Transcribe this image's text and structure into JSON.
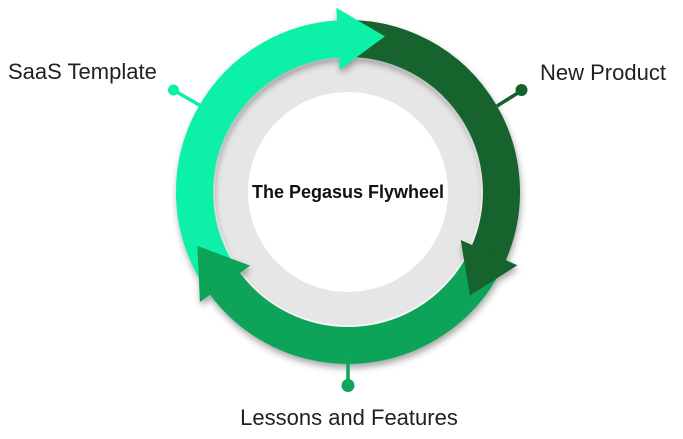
{
  "diagram": {
    "type": "cycle-flywheel",
    "title": "The Pegasus Flywheel",
    "nodes": [
      {
        "id": "saas-template",
        "label": "SaaS Template",
        "position": "upper-left",
        "color": "#0AF0A8"
      },
      {
        "id": "new-product",
        "label": "New Product",
        "position": "upper-right",
        "color": "#14632F"
      },
      {
        "id": "lessons-and-features",
        "label": "Lessons and Features",
        "position": "bottom",
        "color": "#10A45A"
      }
    ],
    "flow": "SaaS Template -> New Product -> Lessons and Features -> SaaS Template (clockwise)",
    "colors": {
      "mint": "#0AF0A8",
      "dark_green": "#14632F",
      "medium_green": "#10A45A",
      "ring_gray": "#E6E6E6",
      "label_text": "#212121",
      "title_text": "#111111",
      "background": "#FFFFFF"
    }
  }
}
